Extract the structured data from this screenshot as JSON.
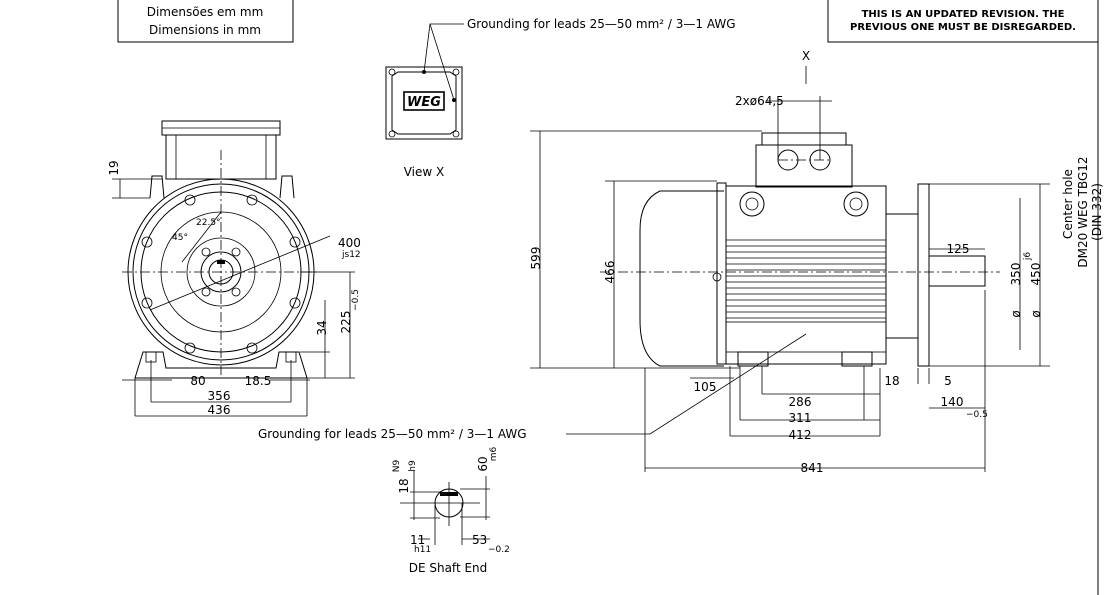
{
  "title_box": {
    "line1": "Dimensões em mm",
    "line2": "Dimensions in mm"
  },
  "revision_note": {
    "line1": "THIS IS AN UPDATED REVISION. THE",
    "line2": "PREVIOUS ONE MUST BE DISREGARDED."
  },
  "grounding_top": "Grounding for leads 25—50 mm² / 3—1 AWG",
  "grounding_bottom": "Grounding for leads 25—50 mm² / 3—1 AWG",
  "view_x_label": "View X",
  "x_marker": "X",
  "logo_text": "WEG",
  "front_view": {
    "dim_19": "19",
    "angle_22_5": "22.5°",
    "angle_45": "45°",
    "dim_400": "400",
    "dim_400_tol": "js12",
    "dim_225": "225",
    "dim_225_tol": "−0.5",
    "dim_34": "34",
    "dim_80": "80",
    "dim_18_5": "18.5",
    "dim_356": "356",
    "dim_436": "436"
  },
  "side_view": {
    "conduit": "2xø64,5",
    "dim_599": "599",
    "dim_466": "466",
    "dim_125": "125",
    "dim_350": "350",
    "dim_350_tol": "j6",
    "dim_450": "450",
    "phi1": "ø",
    "phi2": "ø",
    "dim_18": "18",
    "dim_5": "5",
    "dim_105": "105",
    "dim_286": "286",
    "dim_311": "311",
    "dim_412": "412",
    "dim_140": "140",
    "dim_140_tol": "−0.5",
    "dim_841": "841",
    "center_hole_1": "Center hole",
    "center_hole_2": "DM20 WEG TBG12",
    "center_hole_3": "(DIN 332)"
  },
  "shaft_end": {
    "dim_18": "18",
    "dim_18_tol": "N9",
    "dim_18_tol2": "h9",
    "dim_60": "60",
    "dim_60_tol": "m6",
    "dim_11": "11",
    "dim_11_tol": "h11",
    "dim_53": "53",
    "dim_53_tol": "−0.2",
    "label": "DE Shaft End"
  }
}
